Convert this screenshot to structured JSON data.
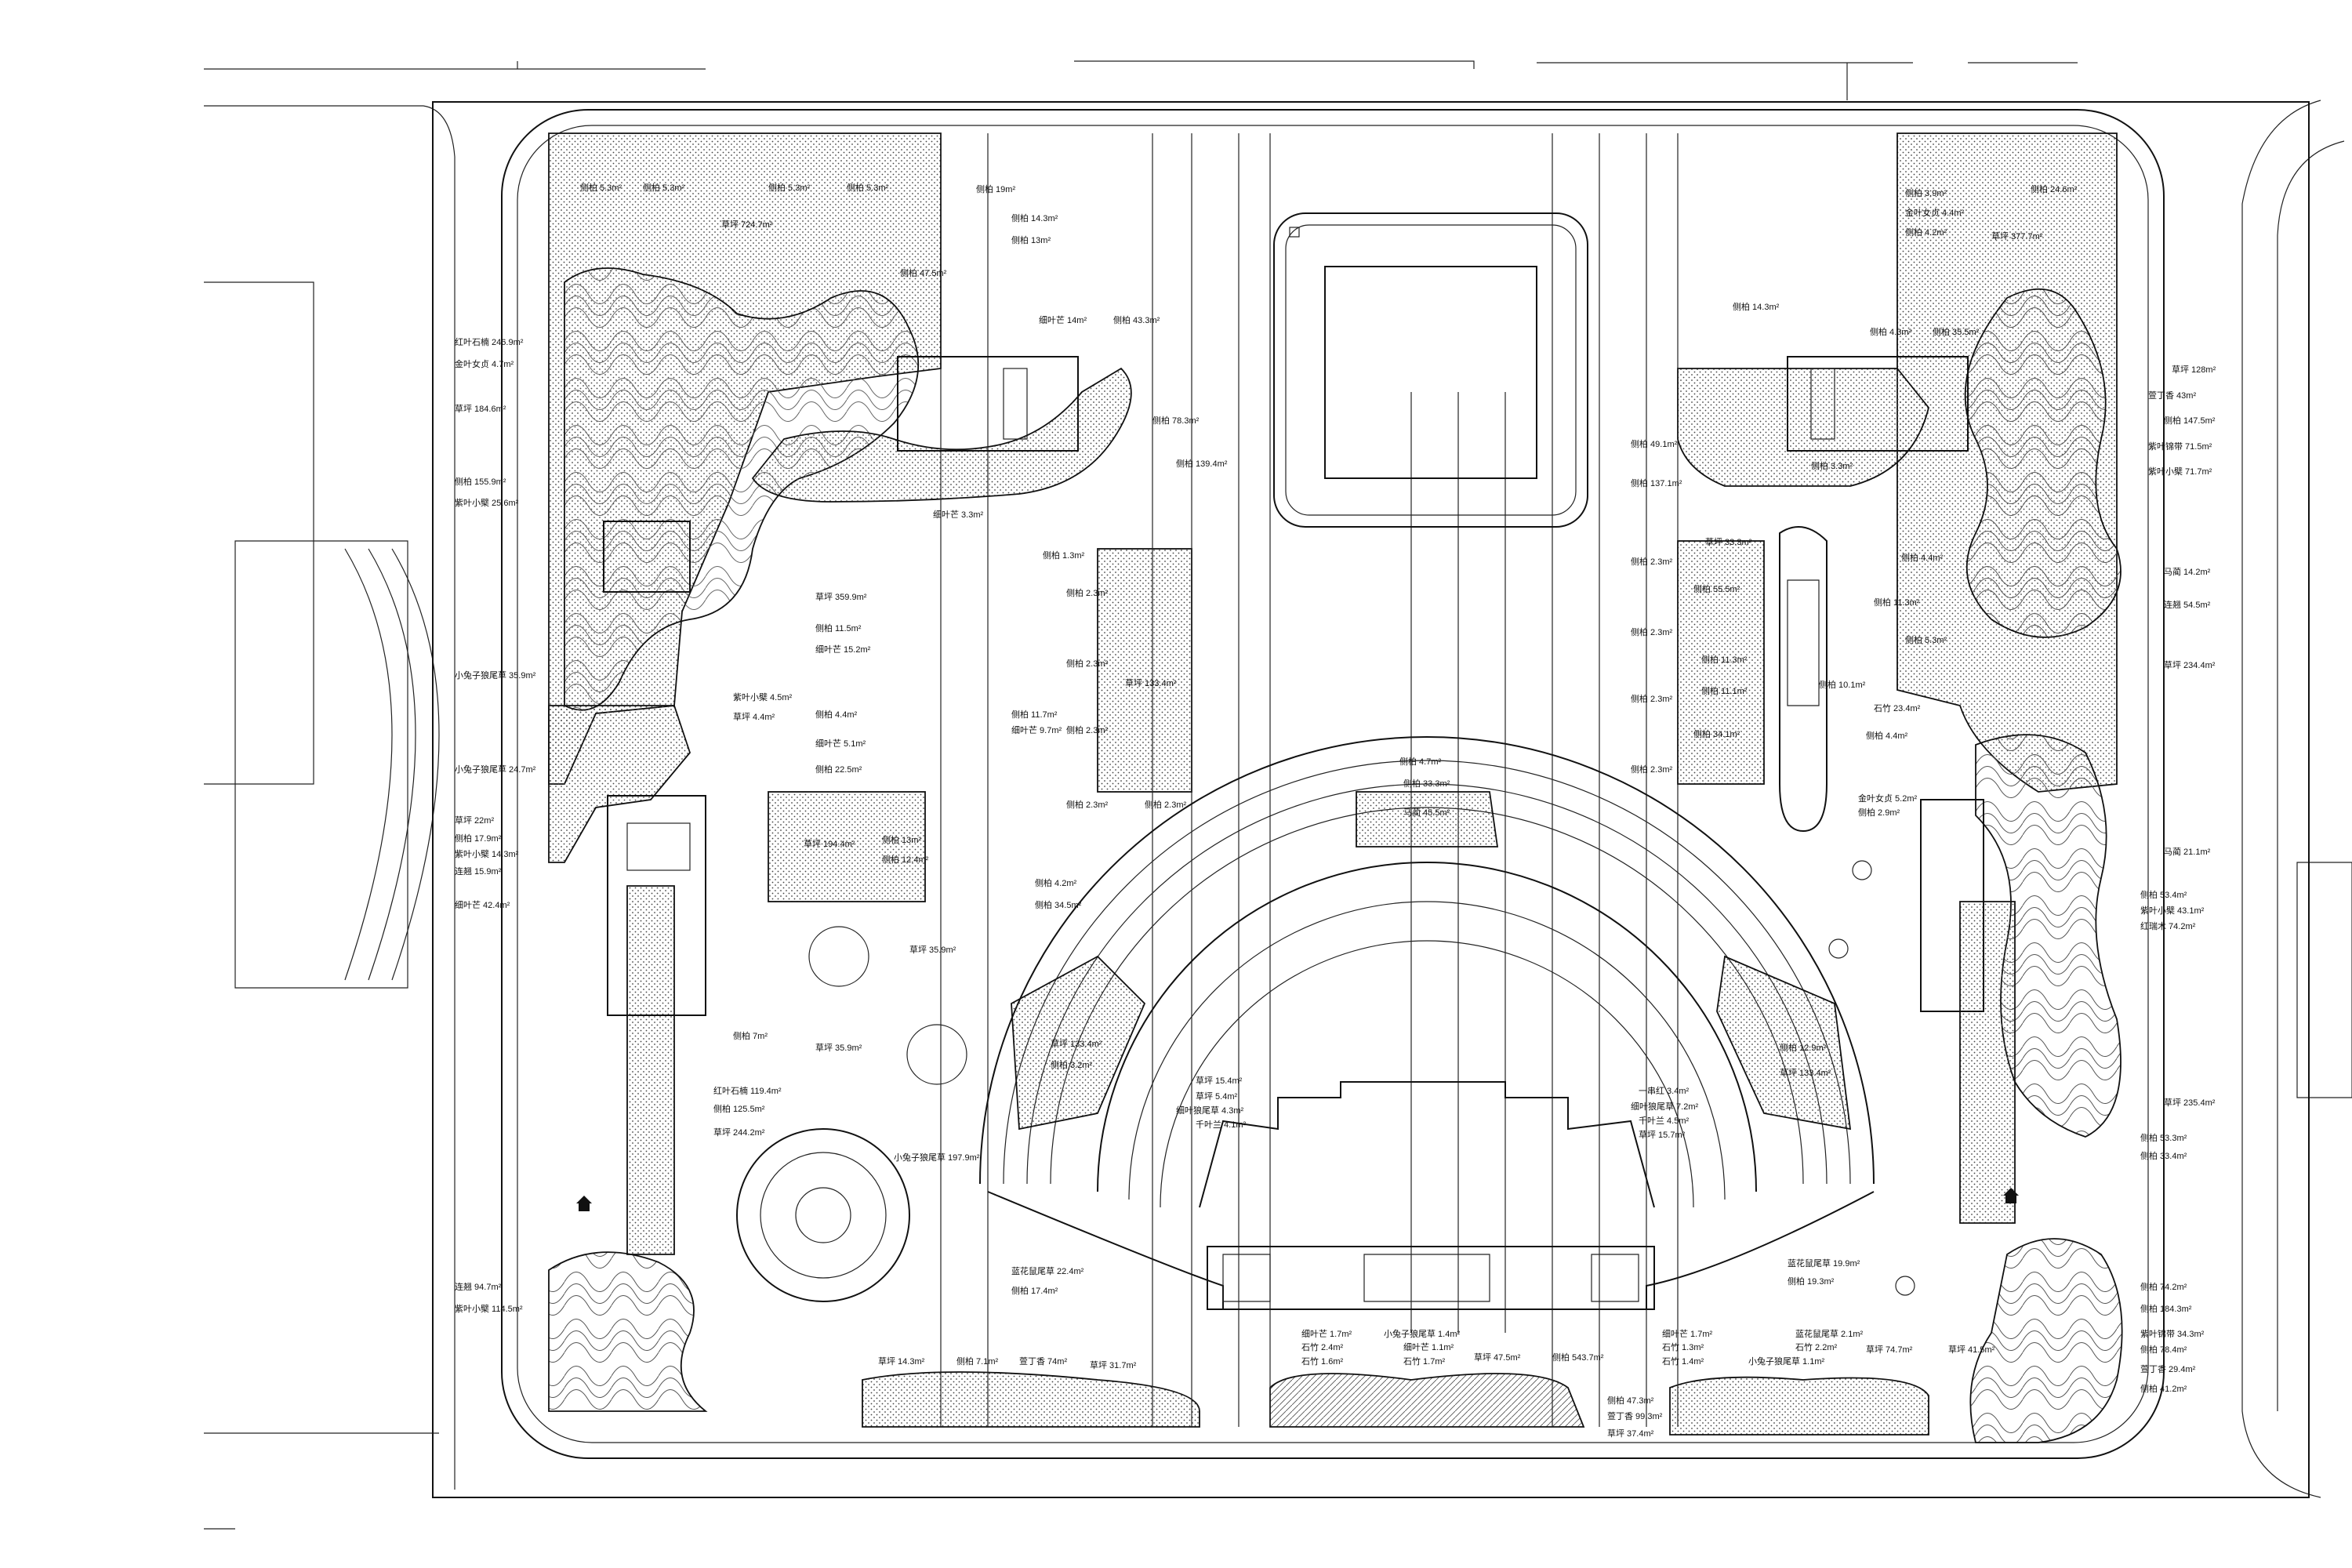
{
  "drawing": {
    "type": "landscape planting site plan",
    "colors": {
      "line": "#111111",
      "paper": "#ffffff",
      "hatch": "#777777"
    }
  },
  "plant_labels": {
    "nw_top_1": "侧柏 5.3m²",
    "nw_top_2": "侧柏 5.3m²",
    "nw_top_3": "侧柏 5.3m²",
    "nw_top_4": "侧柏 5.3m²",
    "nw_top_5": "草坪 724.7m²",
    "nw_top_6": "侧柏 19m²",
    "nw_top_7": "侧柏 14.3m²",
    "nw_top_8": "侧柏 13m²",
    "nw_top_9": "侧柏 47.5m²",
    "nw_top_10": "细叶芒 14m²",
    "nw_top_11": "侧柏 43.3m²",
    "w_1": "红叶石楠 246.9m²",
    "w_2": "金叶女贞 4.7m²",
    "w_3": "草坪 184.6m²",
    "w_4": "侧柏 155.9m²",
    "w_5": "紫叶小檗 25.6m²",
    "w_6": "小兔子狼尾草 35.9m²",
    "w_7": "小兔子狼尾草 24.7m²",
    "w_8": "草坪 22m²",
    "w_9": "侧柏 17.9m²",
    "w_10": "紫叶小檗 14.3m²",
    "w_11": "连翘 15.9m²",
    "w_12": "细叶芒 42.4m²",
    "w_13": "连翘 94.7m²",
    "w_14": "紫叶小檗 114.5m²",
    "w_15": "侧柏 78.3m²",
    "w_16": "侧柏 139.4m²",
    "c_1": "细叶芒 3.3m²",
    "c_2": "侧柏 1.3m²",
    "c_3": "草坪 359.9m²",
    "c_4": "侧柏 11.5m²",
    "c_5": "细叶芒 15.2m²",
    "c_6": "紫叶小檗 4.5m²",
    "c_7": "草坪 4.4m²",
    "c_8": "侧柏 4.4m²",
    "c_9": "细叶芒 5.1m²",
    "c_10": "侧柏 22.5m²",
    "c_11": "侧柏 11.7m²",
    "c_12": "细叶芒 9.7m²",
    "c_13": "草坪 194.4m²",
    "c_14": "侧柏 13m²",
    "c_15": "侧柏 12.4m²",
    "c_16": "侧柏 4.2m²",
    "c_17": "侧柏 34.5m²",
    "c_18": "草坪 35.9m²",
    "c_19": "草坪 35.9m²",
    "c_20": "小兔子狼尾草 197.9m²",
    "c_21": "侧柏 2.3m²",
    "c_22": "侧柏 2.3m²",
    "c_23": "侧柏 2.3m²",
    "c_24": "草坪 133.4m²",
    "c_25": "侧柏 2.3m²",
    "c_26": "侧柏 2.3m²",
    "sw_1": "侧柏 7m²",
    "sw_2": "红叶石楠 119.4m²",
    "sw_3": "侧柏 125.5m²",
    "sw_4": "草坪 244.2m²",
    "sw_5": "草坪 133.4m²",
    "sw_6": "侧柏 3.2m²",
    "amph_1": "草坪 15.4m²",
    "amph_2": "草坪 5.4m²",
    "amph_3": "细叶狼尾草 4.3m²",
    "amph_4": "千叶兰 4.1m²",
    "amph_5": "一串红 3.4m²",
    "amph_6": "细叶狼尾草 7.2m²",
    "amph_7": "千叶兰 4.5m²",
    "amph_8": "草坪 15.7m²",
    "amph_9": "侧柏 4.7m²",
    "amph_10": "侧柏 12.9m²",
    "amph_11": "草坪 133.4m²",
    "s_1": "蓝花鼠尾草 22.4m²",
    "s_2": "侧柏 17.4m²",
    "s_3": "草坪 14.3m²",
    "s_4": "侧柏 7.1m²",
    "s_5": "萱丁香 74m²",
    "s_6": "草坪 31.7m²",
    "s_7": "细叶芒 1.7m²",
    "s_8": "石竹 2.4m²",
    "s_9": "石竹 1.6m²",
    "s_10": "小兔子狼尾草 1.4m²",
    "s_11": "细叶芒 1.1m²",
    "s_12": "石竹 1.7m²",
    "s_13": "草坪 47.5m²",
    "s_14": "侧柏 543.7m²",
    "s_15": "侧柏 47.3m²",
    "s_16": "萱丁香 99.3m²",
    "s_17": "草坪 37.4m²",
    "s_18": "细叶芒 1.7m²",
    "s_19": "石竹 1.3m²",
    "s_20": "石竹 1.4m²",
    "s_21": "蓝花鼠尾草 2.1m²",
    "s_22": "石竹 2.2m²",
    "s_23": "小兔子狼尾草 1.1m²",
    "s_24": "草坪 74.7m²",
    "s_25": "蓝花鼠尾草 19.9m²",
    "s_26": "侧柏 19.3m²",
    "s_27": "草坪 41.5m²",
    "ne_1": "侧柏 3.9m²",
    "ne_2": "侧柏 24.6m²",
    "ne_3": "金叶女贞 4.4m²",
    "ne_4": "侧柏 4.2m²",
    "ne_5": "草坪 377.7m²",
    "ne_6": "侧柏 14.3m²",
    "ne_7": "侧柏 4.3m²",
    "ne_8": "侧柏 35.5m²",
    "ne_9": "侧柏 49.1m²",
    "ne_10": "侧柏 137.1m²",
    "ne_11": "侧柏 2.3m²",
    "ne_12": "侧柏 2.3m²",
    "ne_13": "侧柏 2.3m²",
    "ne_14": "侧柏 2.3m²",
    "e_1": "草坪 128m²",
    "e_2": "萱丁香 43m²",
    "e_3": "侧柏 147.5m²",
    "e_4": "紫叶锦带 71.5m²",
    "e_5": "紫叶小檗 71.7m²",
    "e_6": "马蔺 14.2m²",
    "e_7": "连翘 54.5m²",
    "e_8": "草坪 234.4m²",
    "e_9": "侧柏 5.3m²",
    "e_10": "石竹 23.4m²",
    "e_11": "金叶女贞 5.2m²",
    "e_12": "侧柏 2.9m²",
    "e_13": "马蔺 21.1m²",
    "e_14": "侧柏 53.4m²",
    "e_15": "紫叶小檗 43.1m²",
    "e_16": "红瑞木 74.2m²",
    "e_17": "草坪 235.4m²",
    "e_18": "侧柏 53.3m²",
    "e_19": "侧柏 33.4m²",
    "e_20": "侧柏 74.2m²",
    "e_21": "侧柏 184.3m²",
    "e_22": "紫叶锦带 34.3m²",
    "e_23": "侧柏 78.4m²",
    "e_24": "萱丁香 29.4m²",
    "e_25": "侧柏 41.2m²",
    "ce_1": "草坪 33.3m²",
    "ce_2": "侧柏 55.5m²",
    "ce_3": "侧柏 11.3m²",
    "ce_4": "侧柏 11.3m²",
    "ce_5": "侧柏 34.1m²",
    "ce_6": "侧柏 11.1m²",
    "ce_7": "侧柏 10.1m²",
    "ce_8": "侧柏 4.4m²",
    "ce_9": "侧柏 4.4m²",
    "ce_10": "侧柏 3.3m²",
    "top_arc": "侧柏 33.3m²",
    "top_arc2": "马蔺 45.5m²"
  }
}
